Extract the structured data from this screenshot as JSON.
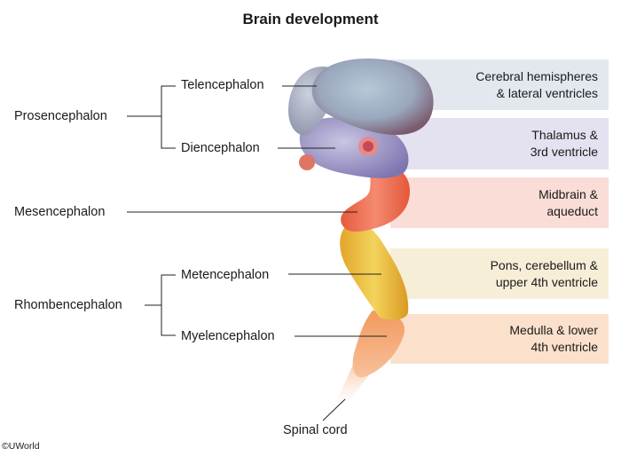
{
  "title": "Brain development",
  "primary_vesicles": {
    "prosencephalon": "Prosencephalon",
    "mesencephalon": "Mesencephalon",
    "rhombencephalon": "Rhombencephalon"
  },
  "secondary_vesicles": {
    "telencephalon": "Telencephalon",
    "diencephalon": "Diencephalon",
    "metencephalon": "Metencephalon",
    "myelencephalon": "Myelencephalon"
  },
  "derivatives": [
    {
      "line1": "Cerebral hemispheres",
      "line2": "& lateral ventricles",
      "color": "#e3e8ef"
    },
    {
      "line1": "Thalamus &",
      "line2": "3rd ventricle",
      "color": "#e4e2f0"
    },
    {
      "line1": "Midbrain &",
      "line2": "aqueduct",
      "color": "#f9ddd6"
    },
    {
      "line1": "Pons, cerebellum &",
      "line2": "upper 4th ventricle",
      "color": "#f7eed8"
    },
    {
      "line1": "Medulla & lower",
      "line2": "4th ventricle",
      "color": "#fbe1cc"
    }
  ],
  "spinal_cord": "Spinal cord",
  "copyright": "©UWorld"
}
